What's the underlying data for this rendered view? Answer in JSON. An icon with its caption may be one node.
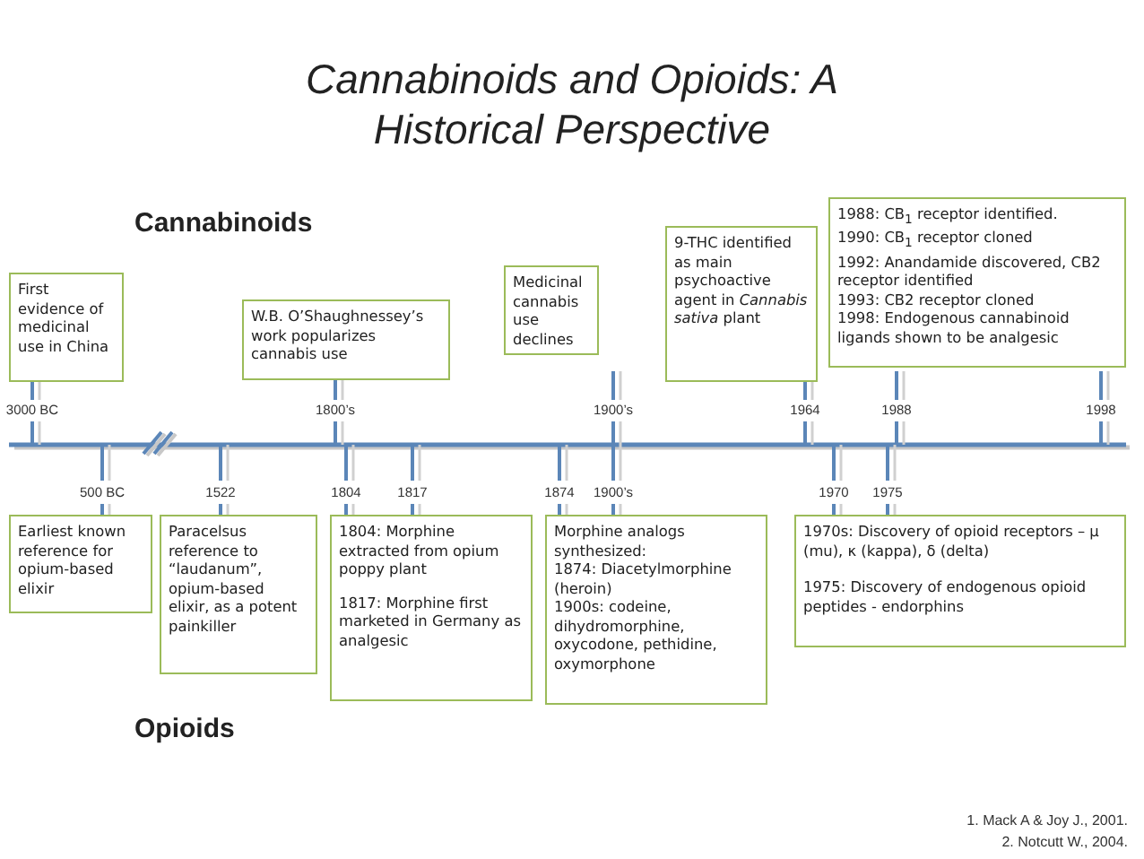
{
  "diagram": {
    "title": "Cannabinoids and Opioids: A Historical Perspective",
    "nodes": [
      {
        "text": [
          "First evidence of medicinal use in China"
        ],
        "beside": [
          "3000 BC"
        ]
      },
      {
        "text": [
          "W.B. O’Shaughnessey’s work popularizes cannabis use"
        ],
        "beside": [
          "1800’s"
        ]
      },
      {
        "text": [
          "Medicinal cannabis use declines"
        ],
        "beside": [
          "1900’s"
        ]
      },
      {
        "text": [
          "9-THC identified as main psychoactive agent in *Cannabis sativa* plant"
        ],
        "beside": [
          "1964"
        ]
      },
      {
        "text": [
          "1988: CB$_{1}$ receptor identified.",
          "1990: CB$_{1}$ receptor cloned",
          "1992: Anandamide discovered, CB2 receptor identified",
          "1993: CB2 receptor cloned",
          "1998: Endogenous cannabinoid ligands shown to be analgesic"
        ],
        "beside": [
          "1988",
          "1998"
        ]
      },
      {
        "text": [
          "Earliest known reference for opium-based elixir"
        ],
        "beside": [
          "500 BC"
        ]
      },
      {
        "text": [
          "Paracelsus reference to “laudanum”, opium-based elixir, as a potent painkiller"
        ],
        "beside": [
          "1522"
        ]
      },
      {
        "text": [
          "1804: Morphine extracted from opium poppy plant",
          "1817: Morphine first marketed in Germany as analgesic"
        ],
        "beside": [
          "1804",
          "1817"
        ]
      },
      {
        "text": [
          "Morphine analogs synthesized:",
          "1874: Diacetylmorphine (heroin)",
          "1900s: codeine, dihydromorphine, oxycodone, pethidine, oxymorphone"
        ],
        "beside": [
          "1874",
          "1900’s"
        ]
      },
      {
        "text": [
          "1970s: Discovery of opioid receptors – μ (mu), κ (kappa), δ (delta)",
          "1975: Discovery of endogenous opioid peptides - endorphins"
        ],
        "beside": [
          "1970",
          "1975"
        ]
      }
    ],
    "labels": [
      "Cannabinoids",
      "Opioids",
      "1.  Mack A & Joy J., 2001.",
      "2.  Notcutt W., 2004."
    ]
  }
}
